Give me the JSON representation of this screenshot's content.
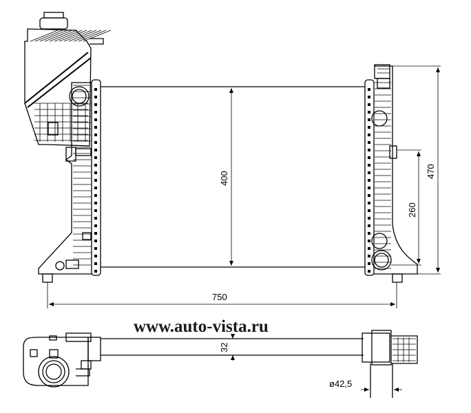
{
  "watermark": "www.auto-vista.ru",
  "dimensions": {
    "core_height": "400",
    "total_height": "470",
    "outlet_offset": "260",
    "width": "750",
    "depth": "32",
    "pipe_diameter": "ø42,5"
  }
}
